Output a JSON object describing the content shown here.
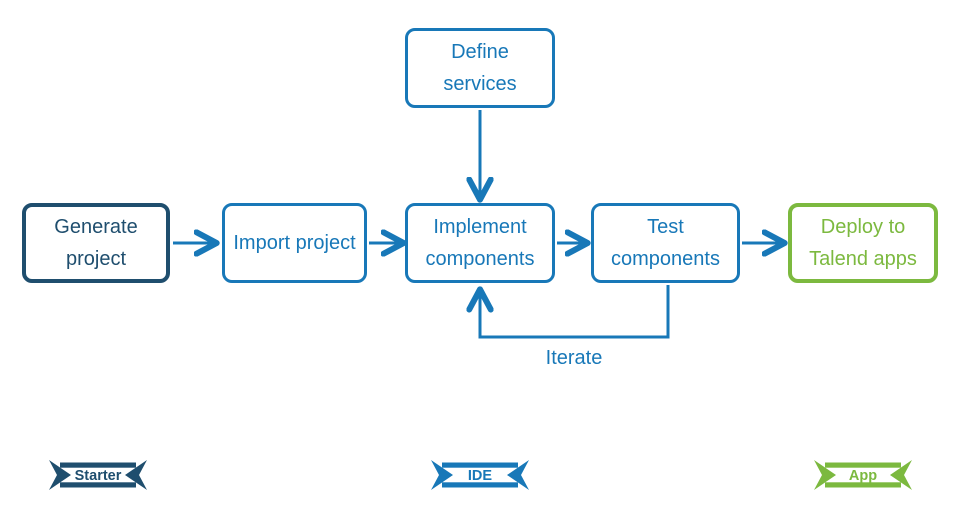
{
  "diagram": {
    "type": "flowchart",
    "background": "#ffffff",
    "arrow_color": "#1878b8",
    "nodes": [
      {
        "id": "generate-project",
        "label": "Generate project",
        "color": "#1f4e6e"
      },
      {
        "id": "import-project",
        "label": "Import project",
        "color": "#1878b8"
      },
      {
        "id": "define-services",
        "label": "Define services",
        "color": "#1878b8"
      },
      {
        "id": "implement-components",
        "label": "Implement components",
        "color": "#1878b8"
      },
      {
        "id": "test-components",
        "label": "Test components",
        "color": "#1878b8"
      },
      {
        "id": "deploy-talend-apps",
        "label": "Deploy to Talend apps",
        "color": "#7cb93f"
      }
    ],
    "edges": [
      {
        "from": "generate-project",
        "to": "import-project",
        "label": ""
      },
      {
        "from": "import-project",
        "to": "implement-components",
        "label": ""
      },
      {
        "from": "define-services",
        "to": "implement-components",
        "label": ""
      },
      {
        "from": "implement-components",
        "to": "test-components",
        "label": ""
      },
      {
        "from": "test-components",
        "to": "deploy-talend-apps",
        "label": ""
      },
      {
        "from": "test-components",
        "to": "implement-components",
        "label": "Iterate"
      }
    ],
    "iterate_label": "Iterate",
    "ribbons": [
      {
        "label": "Starter",
        "color": "#1f4e6e"
      },
      {
        "label": "IDE",
        "color": "#1878b8"
      },
      {
        "label": "App",
        "color": "#7cb93f"
      }
    ]
  }
}
